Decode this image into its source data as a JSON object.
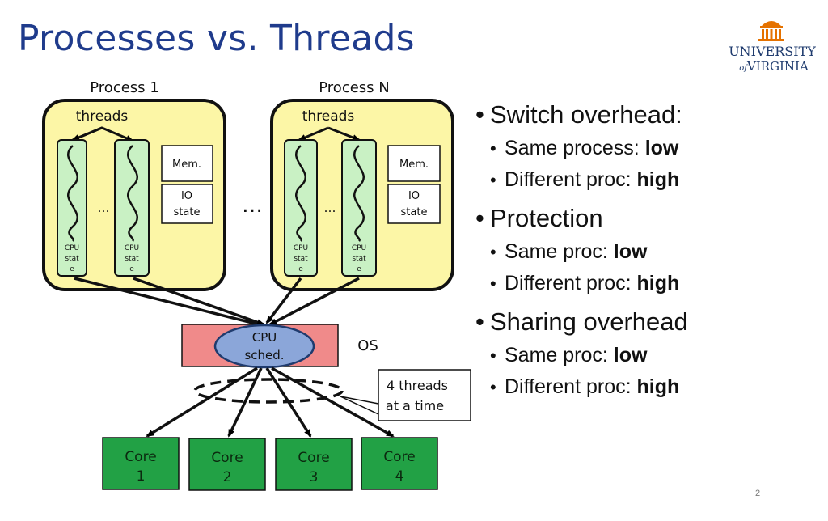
{
  "slide": {
    "title": "Processes vs. Threads",
    "page_number": "2"
  },
  "logo": {
    "line1": "UNIVERSITY",
    "line2_prefix": "of",
    "line2": "VIRGINIA"
  },
  "diagram": {
    "process1_label": "Process 1",
    "processN_label": "Process N",
    "threads_label": "threads",
    "mem_label": "Mem.",
    "io_label_1": "IO",
    "io_label_2": "state",
    "thread_ellipsis": "…",
    "process_ellipsis": "…",
    "cpu_state_1": "CPU",
    "cpu_state_2": "stat",
    "cpu_state_3": "e",
    "cpu_sched_1": "CPU",
    "cpu_sched_2": "sched.",
    "os_label": "OS",
    "callout_1": "4 threads",
    "callout_2": "at a time",
    "cores": [
      {
        "label": "Core",
        "number": "1"
      },
      {
        "label": "Core",
        "number": "2"
      },
      {
        "label": "Core",
        "number": "3"
      },
      {
        "label": "Core",
        "number": "4"
      }
    ],
    "colors": {
      "process_fill": "#fcf6a6",
      "thread_fill": "#c9f1c4",
      "os_fill": "#f08a8a",
      "sched_fill": "#8ba6d9",
      "core_fill": "#22a145"
    }
  },
  "bullets": [
    {
      "heading": "Switch overhead:",
      "items": [
        {
          "text": "Same process:  ",
          "emphasis": "low"
        },
        {
          "text": "Different proc: ",
          "emphasis": "high"
        }
      ]
    },
    {
      "heading": "Protection",
      "items": [
        {
          "text": "Same proc: ",
          "emphasis": "low"
        },
        {
          "text": "Different proc: ",
          "emphasis": "high"
        }
      ]
    },
    {
      "heading": "Sharing overhead",
      "items": [
        {
          "text": "Same proc: ",
          "emphasis": "low"
        },
        {
          "text": "Different proc: ",
          "emphasis": "high"
        }
      ]
    }
  ]
}
